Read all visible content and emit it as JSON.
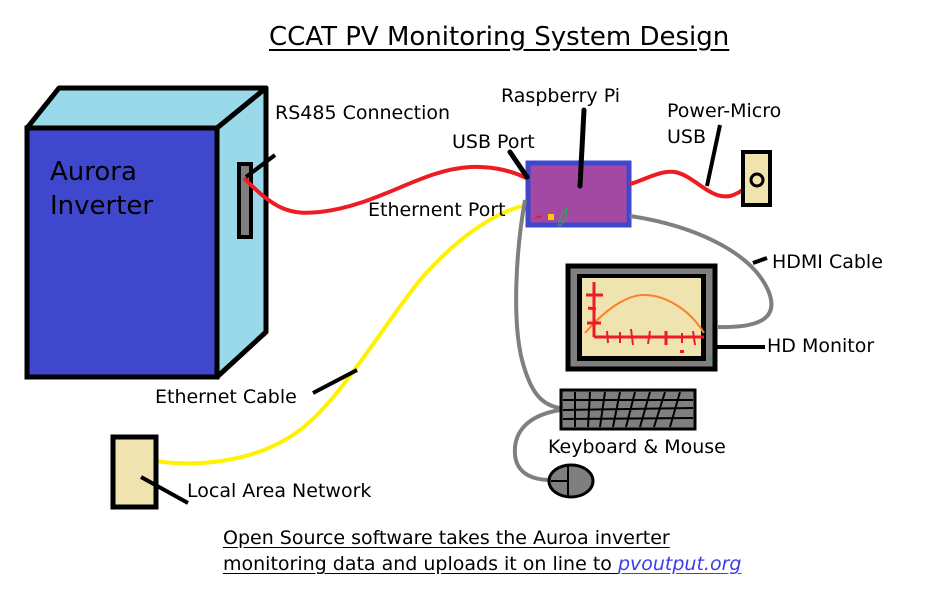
{
  "title": "CCAT PV Monitoring System Design",
  "colors": {
    "inverter_front": "#3f48cc",
    "inverter_side": "#99d9ea",
    "pi_board": "#a349a4",
    "pi_border": "#3f48cc",
    "usb_cable": "#ed1c24",
    "ethernet_cable": "#fff200",
    "gray_cable": "#7f7f7f",
    "wall_plate": "#efe4b0",
    "chart_curve": "#ff7f27",
    "chart_axes": "#ed1c24",
    "link": "#3c3cf0"
  },
  "components": {
    "inverter": {
      "name_line1": "Aurora",
      "name_line2": "Inverter"
    },
    "raspberry_pi": {
      "label": "Raspberry Pi"
    },
    "power_outlet": {
      "label_line1": "Power-Micro",
      "label_line2": "USB"
    },
    "monitor": {
      "label": "HD Monitor"
    },
    "keyboard_mouse": {
      "label": "Keyboard & Mouse"
    },
    "lan_jack": {
      "label": "Local Area Network"
    }
  },
  "connections": {
    "rs485": "RS485 Connection",
    "usb_port": "USB Port",
    "ethernet_port": "Ethernent Port",
    "hdmi": "HDMI Cable",
    "ethernet_cable": "Ethernet Cable"
  },
  "footer": {
    "line1": "Open Source software takes the Auroa inverter ",
    "line2": "monitoring data and uploads it on line to ",
    "link_text": "pvoutput.org"
  }
}
